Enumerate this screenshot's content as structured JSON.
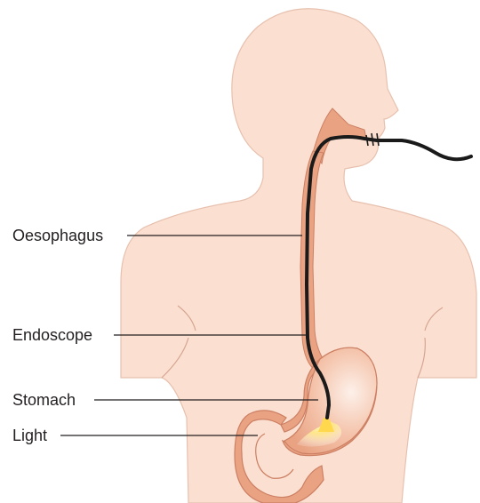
{
  "colors": {
    "skin": "#fbe0d2",
    "skin_outline": "#d6a592",
    "organ": "#e9a383",
    "organ_light": "#fbe3d8",
    "endoscope": "#1a1a1a",
    "light": "#ffd84d",
    "text": "#231f20"
  },
  "labels": {
    "oesophagus": "Oesophagus",
    "endoscope": "Endoscope",
    "stomach": "Stomach",
    "light": "Light"
  }
}
